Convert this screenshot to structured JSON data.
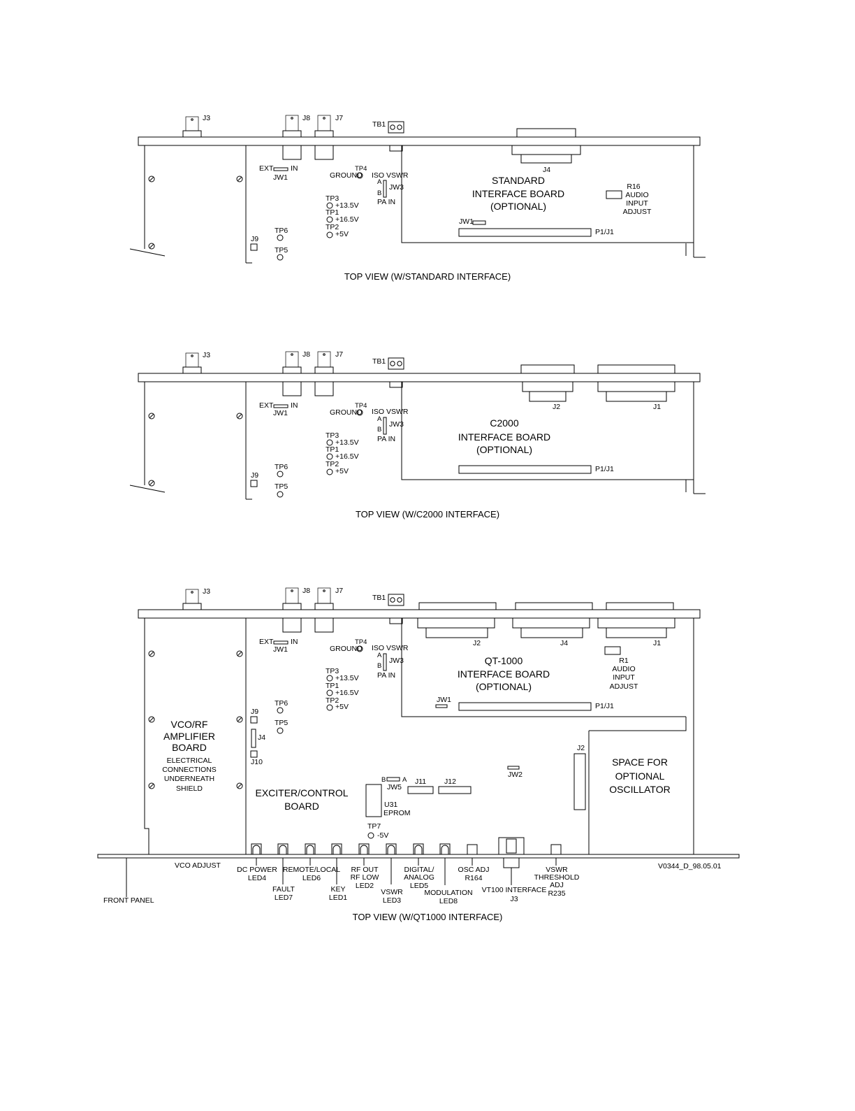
{
  "views": [
    {
      "caption": "TOP VIEW (W/STANDARD INTERFACE)",
      "connectors": [
        "J3",
        "J8",
        "J7"
      ],
      "tb": "TB1",
      "jumper_ext": "EXT",
      "jumper_in": "IN",
      "jumper_name": "JW1",
      "ground": "GROUND",
      "tp4": "TP4",
      "iso_vswr": "ISO VSWR",
      "pos_a": "A",
      "pos_b": "B",
      "jw3": "JW3",
      "pa_in": "PA IN",
      "tp3": "TP3",
      "v135": "+13.5V",
      "tp1": "TP1",
      "v165": "+16.5V",
      "tp2": "TP2",
      "v5": "+5V",
      "tp6": "TP6",
      "tp5": "TP5",
      "j9": "J9",
      "board_lines": [
        "STANDARD",
        "INTERFACE BOARD",
        "(OPTIONAL)"
      ],
      "board_jw": "JW1",
      "p1j1": "P1/J1",
      "dsub_labels": [
        "J4"
      ],
      "adjust_lines": [
        "R16",
        "AUDIO",
        "INPUT",
        "ADJUST"
      ]
    },
    {
      "caption": "TOP VIEW (W/C2000 INTERFACE)",
      "connectors": [
        "J3",
        "J8",
        "J7"
      ],
      "tb": "TB1",
      "jumper_ext": "EXT",
      "jumper_in": "IN",
      "jumper_name": "JW1",
      "ground": "GROUND",
      "tp4": "TP4",
      "iso_vswr": "ISO VSWR",
      "pos_a": "A",
      "pos_b": "B",
      "jw3": "JW3",
      "pa_in": "PA IN",
      "tp3": "TP3",
      "v135": "+13.5V",
      "tp1": "TP1",
      "v165": "+16.5V",
      "tp2": "TP2",
      "v5": "+5V",
      "tp6": "TP6",
      "tp5": "TP5",
      "j9": "J9",
      "board_lines": [
        "C2000",
        "INTERFACE BOARD",
        "(OPTIONAL)"
      ],
      "p1j1": "P1/J1",
      "dsub_labels": [
        "J2",
        "J1"
      ]
    },
    {
      "caption": "TOP VIEW (W/QT1000 INTERFACE)",
      "connectors": [
        "J3",
        "J8",
        "J7"
      ],
      "tb": "TB1",
      "jumper_ext": "EXT",
      "jumper_in": "IN",
      "jumper_name": "JW1",
      "ground": "GROUND",
      "tp4": "TP4",
      "iso_vswr": "ISO VSWR",
      "pos_a": "A",
      "pos_b": "B",
      "jw3": "JW3",
      "pa_in": "PA IN",
      "tp3": "TP3",
      "v135": "+13.5V",
      "tp1": "TP1",
      "v165": "+16.5V",
      "tp2": "TP2",
      "v5": "+5V",
      "tp6": "TP6",
      "tp5": "TP5",
      "j9": "J9",
      "board_lines": [
        "QT-1000",
        "INTERFACE BOARD",
        "(OPTIONAL)"
      ],
      "board_jw": "JW1",
      "p1j1": "P1/J1",
      "dsub_labels": [
        "J2",
        "J4",
        "J1"
      ],
      "adjust_lines": [
        "R1",
        "AUDIO",
        "INPUT",
        "ADJUST"
      ],
      "j4_small": "J4",
      "j10": "J10",
      "vco_lines": [
        "VCO/RF",
        "AMPLIFIER",
        "BOARD"
      ],
      "vco_sub_lines": [
        "ELECTRICAL",
        "CONNECTIONS",
        "UNDERNEATH",
        "SHIELD"
      ],
      "exciter_lines": [
        "EXCITER/CONTROL",
        "BOARD"
      ],
      "space_lines": [
        "SPACE FOR",
        "OPTIONAL",
        "OSCILLATOR"
      ],
      "j2_right": "J2",
      "jw2": "JW2",
      "jw5_b": "B",
      "jw5_a": "A",
      "jw5": "JW5",
      "j11": "J11",
      "j12": "J12",
      "u31": "U31",
      "eprom": "EPROM",
      "tp7": "TP7",
      "v_neg5": "-5V",
      "vco_adjust": "VCO ADJUST",
      "front_panel": "FRONT PANEL",
      "drawing_id": "V0344_D_98.05.01",
      "front_labels": {
        "dc_power": [
          "DC POWER",
          "LED4"
        ],
        "fault": [
          "FAULT",
          "LED7"
        ],
        "remote_local": [
          "REMOTE/LOCAL",
          "LED6"
        ],
        "key": [
          "KEY",
          "LED1"
        ],
        "rf_out": [
          "RF OUT",
          "RF LOW",
          "LED2"
        ],
        "vswr": [
          "VSWR",
          "LED3"
        ],
        "digital": [
          "DIGITAL/",
          "ANALOG",
          "LED5"
        ],
        "modulation": [
          "MODULATION",
          "LED8"
        ],
        "osc_adj": [
          "OSC ADJ",
          "R164"
        ],
        "vt100": [
          "VT100 INTERFACE",
          "J3"
        ],
        "vswr_thresh": [
          "VSWR",
          "THRESHOLD",
          "ADJ",
          "R235"
        ]
      }
    }
  ]
}
